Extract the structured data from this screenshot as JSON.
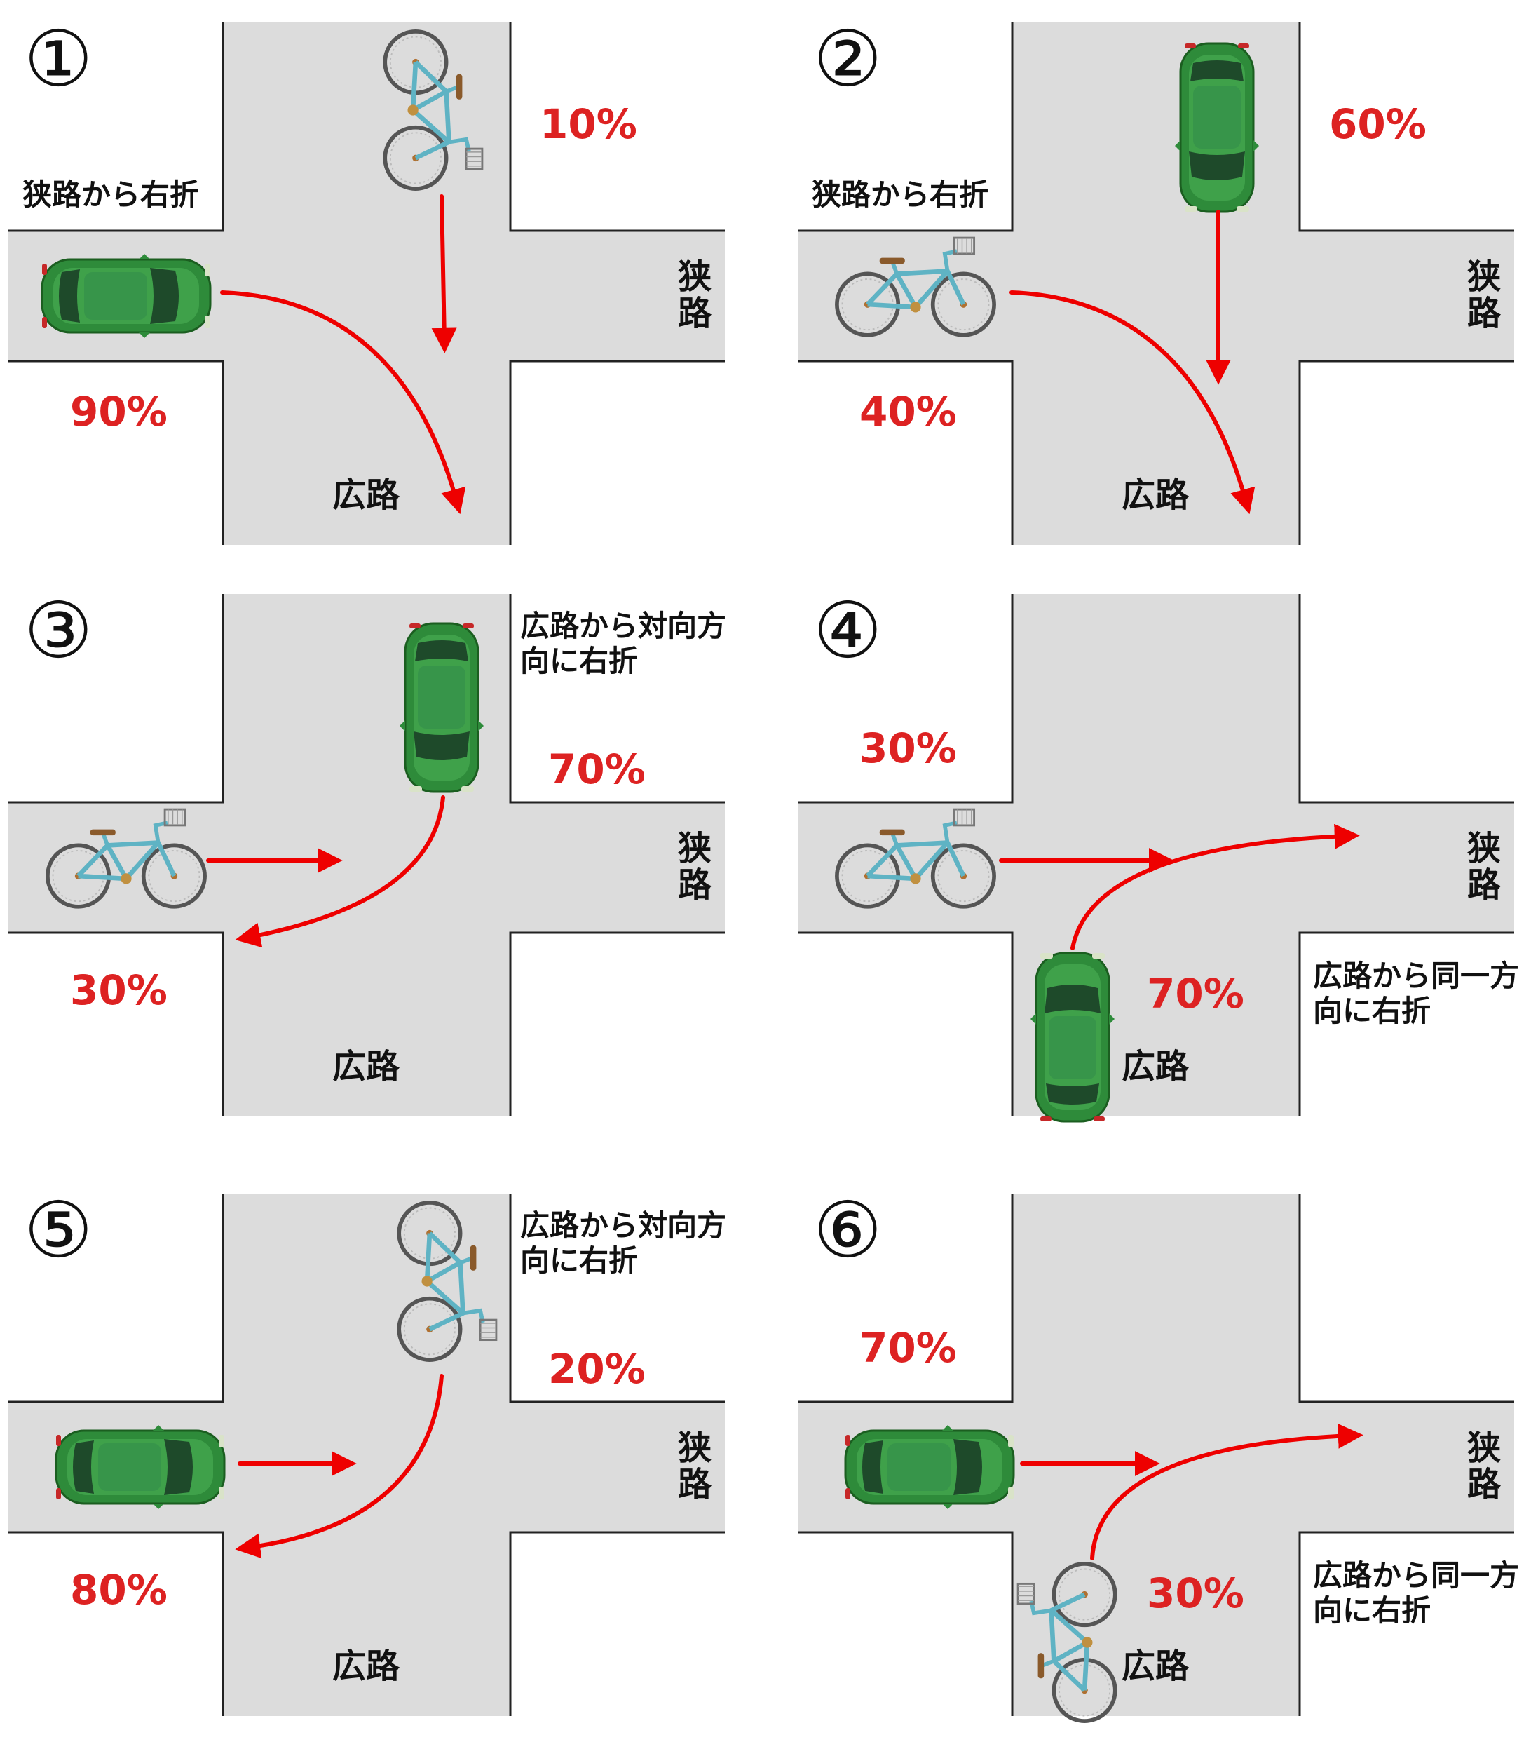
{
  "labels": {
    "narrow_road": "狭路",
    "wide_road": "広路",
    "narrow_right_turn": "狭路から右折",
    "wide_right_opposite": "広路から対向方向に右折",
    "wide_right_same": "広路から同一方向に右折"
  },
  "colors": {
    "road": "#dcdcdc",
    "arrow": "#ee0000",
    "percent_text": "#dd2222",
    "car_body": "#2e8b3a",
    "car_glass": "#1e4a2a",
    "bicycle": "#5fb3c4"
  },
  "panels": [
    {
      "number": "①",
      "narrow_vehicle": "car",
      "narrow_vehicle_pct": "90%",
      "wide_vehicle": "bicycle",
      "wide_vehicle_pct": "10%",
      "scenario": "narrow_right_turn"
    },
    {
      "number": "②",
      "narrow_vehicle": "bicycle",
      "narrow_vehicle_pct": "40%",
      "wide_vehicle": "car",
      "wide_vehicle_pct": "60%",
      "scenario": "narrow_right_turn"
    },
    {
      "number": "③",
      "narrow_vehicle": "bicycle",
      "narrow_vehicle_pct": "30%",
      "wide_vehicle": "car",
      "wide_vehicle_pct": "70%",
      "scenario": "wide_right_opposite"
    },
    {
      "number": "④",
      "narrow_vehicle": "bicycle",
      "narrow_vehicle_pct": "30%",
      "wide_vehicle": "car",
      "wide_vehicle_pct": "70%",
      "scenario": "wide_right_same"
    },
    {
      "number": "⑤",
      "narrow_vehicle": "car",
      "narrow_vehicle_pct": "80%",
      "wide_vehicle": "bicycle",
      "wide_vehicle_pct": "20%",
      "scenario": "wide_right_opposite"
    },
    {
      "number": "⑥",
      "narrow_vehicle": "car",
      "narrow_vehicle_pct": "70%",
      "wide_vehicle": "bicycle",
      "wide_vehicle_pct": "30%",
      "scenario": "wide_right_same"
    }
  ]
}
